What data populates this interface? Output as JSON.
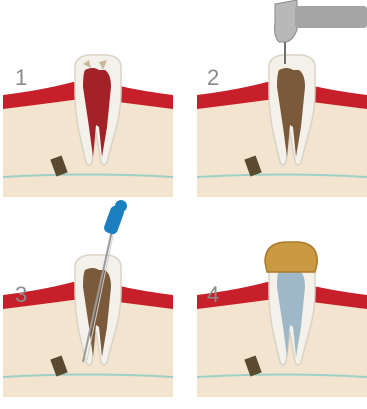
{
  "steps": [
    {
      "label": "1"
    },
    {
      "label": "2"
    },
    {
      "label": "3"
    },
    {
      "label": "4"
    }
  ],
  "colors": {
    "gum": "#c8202a",
    "bone": "#f3e4cf",
    "bone_dark": "#ead3b4",
    "bone_line": "#9fd0c7",
    "enamel": "#f4f1ea",
    "enamel_outline": "#d9d3c6",
    "pulp_infected": "#a22228",
    "pulp_cleaned": "#7a5a3a",
    "filling": "#9fb8c8",
    "crown": "#c99a42",
    "lesion": "#5a4a32",
    "drill": "#9a9a9a",
    "file_handle": "#1b7fc0"
  },
  "icons": [
    "dental-drill-icon",
    "endodontic-file-icon"
  ]
}
